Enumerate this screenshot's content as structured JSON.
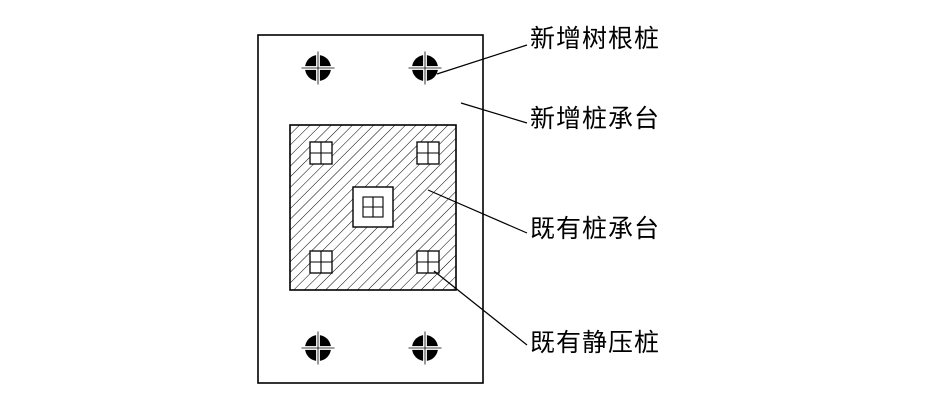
{
  "diagram": {
    "type": "engineering-pile-plan",
    "labels": [
      {
        "id": "new-root-pile",
        "text": "新增树根桩"
      },
      {
        "id": "new-pile-cap",
        "text": "新增桩承台"
      },
      {
        "id": "existing-pile-cap",
        "text": "既有桩承台"
      },
      {
        "id": "existing-jacked-pile",
        "text": "既有静压桩"
      }
    ],
    "symbols": {
      "root_pile": "filled-circle-with-white-cross",
      "jacked_pile": "square-with-cross",
      "center_pile": "double-square-with-cross"
    },
    "counts": {
      "root_piles": 4,
      "jacked_piles": 4,
      "center_piles": 1
    },
    "hatch_direction": "diagonal-45"
  },
  "colors": {
    "line": "#000000",
    "background": "#ffffff"
  }
}
